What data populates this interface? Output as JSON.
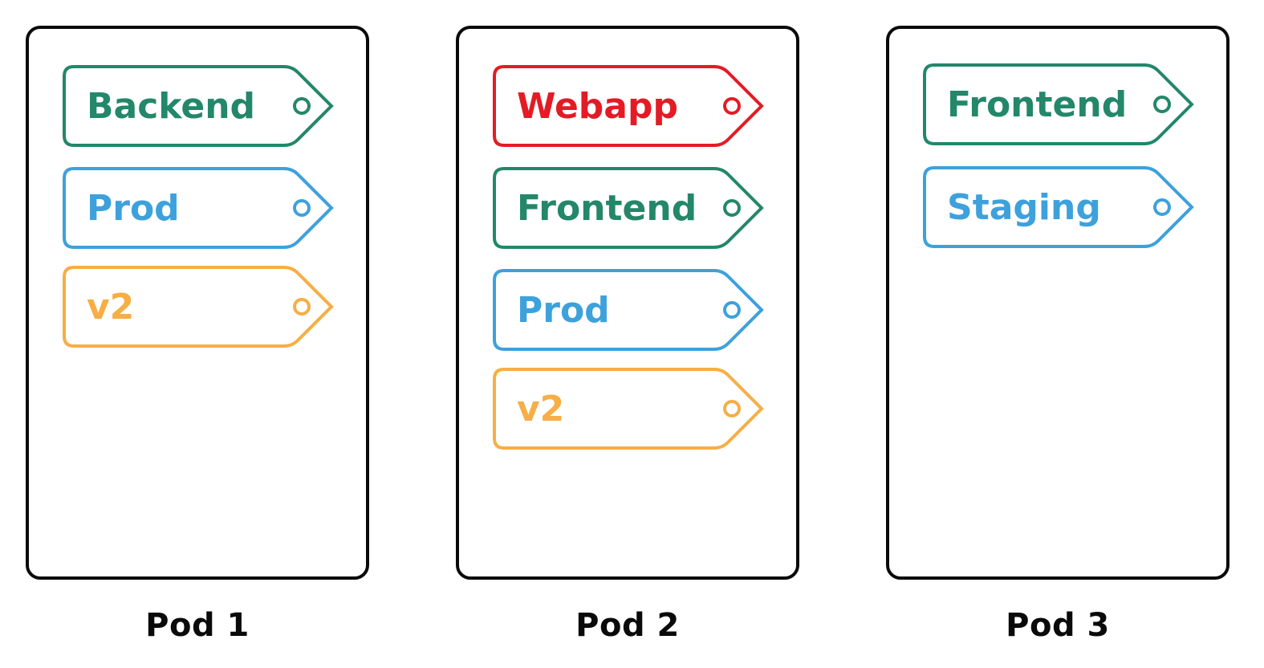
{
  "colors": {
    "green": "#23876a",
    "blue": "#3da1dc",
    "orange": "#f6ae45",
    "red": "#e31b25",
    "border": "#0a0a0a"
  },
  "pods": [
    {
      "title": "Pod 1",
      "labels": [
        {
          "text": "Backend",
          "color": "#23876a"
        },
        {
          "text": "Prod",
          "color": "#3da1dc"
        },
        {
          "text": "v2",
          "color": "#f6ae45"
        }
      ]
    },
    {
      "title": "Pod 2",
      "labels": [
        {
          "text": "Webapp",
          "color": "#e31b25"
        },
        {
          "text": "Frontend",
          "color": "#23876a"
        },
        {
          "text": "Prod",
          "color": "#3da1dc"
        },
        {
          "text": "v2",
          "color": "#f6ae45"
        }
      ]
    },
    {
      "title": "Pod 3",
      "labels": [
        {
          "text": "Frontend",
          "color": "#23876a"
        },
        {
          "text": "Staging",
          "color": "#3da1dc"
        }
      ]
    }
  ]
}
